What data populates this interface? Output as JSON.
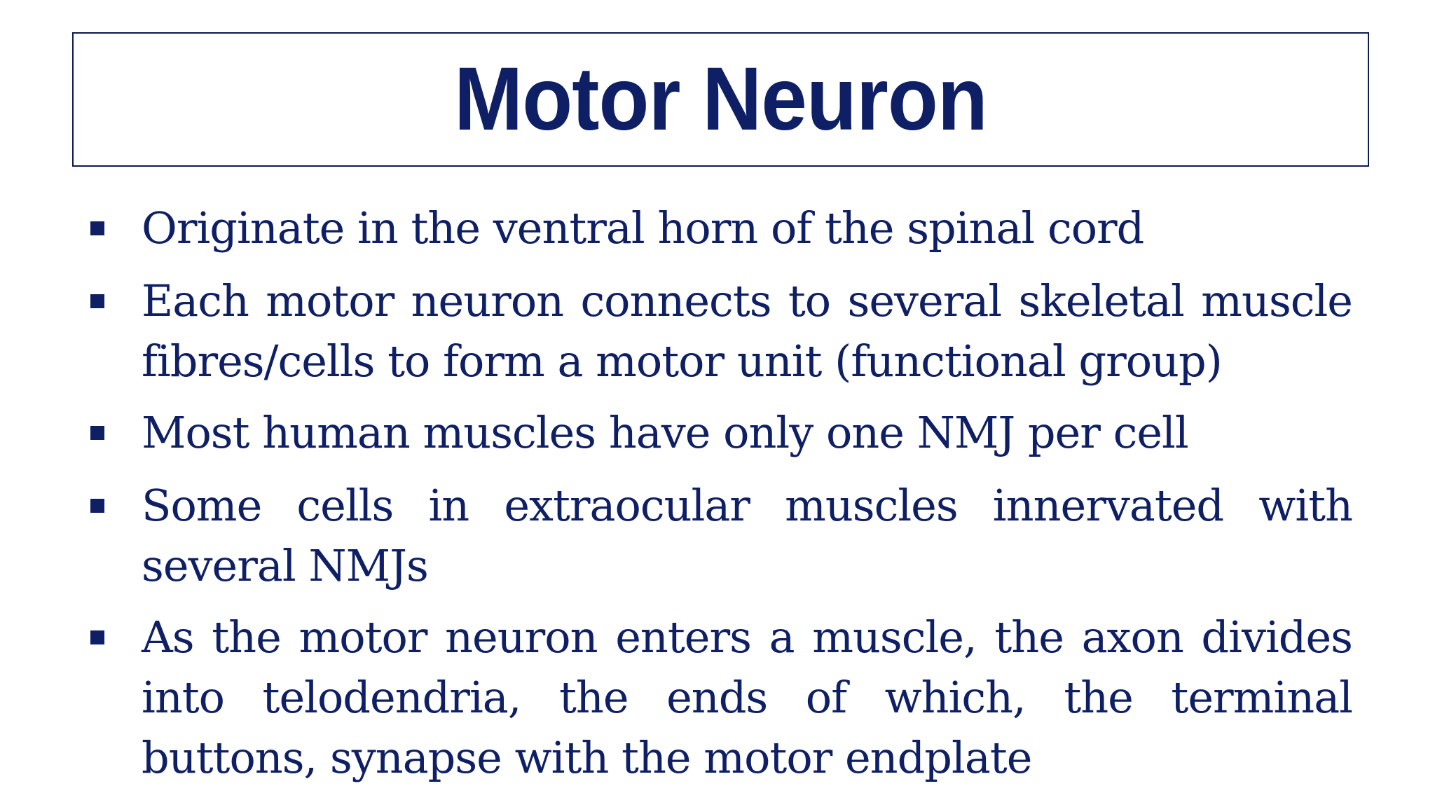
{
  "slide": {
    "title": "Motor Neuron",
    "bullets": [
      "Originate in the ventral horn of the spinal cord",
      "Each motor neuron connects to several skeletal muscle fibres/cells to form a motor unit (functional group)",
      "Most human muscles have only one NMJ per cell",
      "Some cells in extraocular muscles innervated with several NMJs",
      "As the motor neuron enters a muscle, the axon divides into telodendria, the ends of which, the terminal buttons, synapse with the motor endplate"
    ]
  },
  "colors": {
    "text": "#0e1f66",
    "border": "#0d1b4f",
    "background": "#ffffff"
  }
}
